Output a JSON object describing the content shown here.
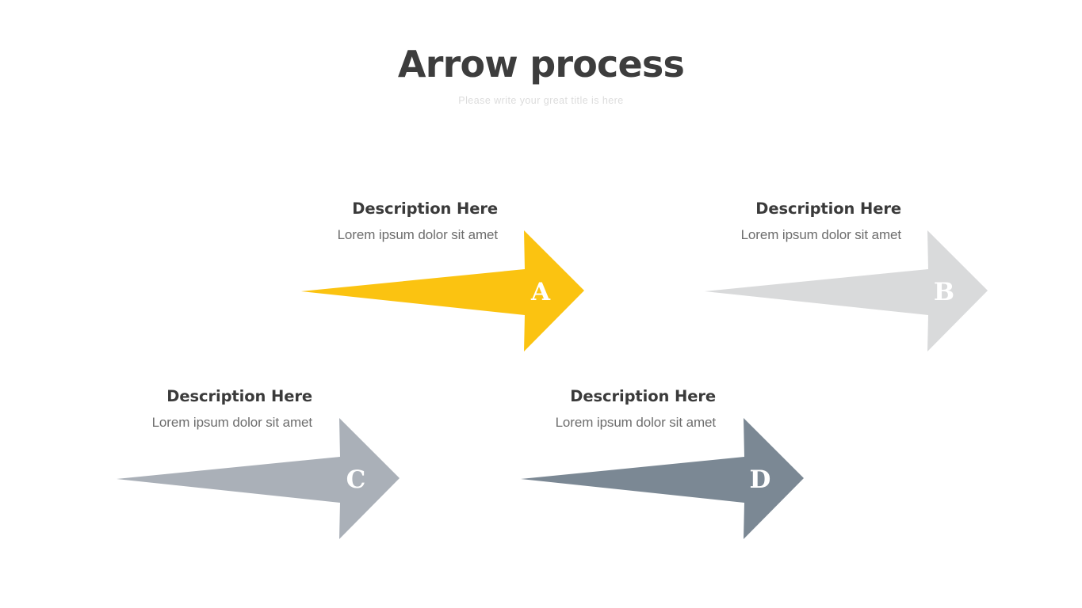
{
  "header": {
    "title": "Arrow process",
    "subtitle": "Please write your great title is here"
  },
  "palette": {
    "background": "#ffffff",
    "title_color": "#3d3d3d",
    "subtitle_color": "#dcdcdc",
    "caption_title_color": "#3a3a3a",
    "caption_text_color": "#6d6d6d",
    "letter_color": "#ffffff"
  },
  "arrows": [
    {
      "id": "arrow-a",
      "letter": "A",
      "color": "#fbc311",
      "caption_title": "Description Here",
      "caption_text": "Lorem ipsum dolor sit amet"
    },
    {
      "id": "arrow-b",
      "letter": "B",
      "color": "#d9dadb",
      "caption_title": "Description Here",
      "caption_text": "Lorem ipsum dolor sit amet"
    },
    {
      "id": "arrow-c",
      "letter": "C",
      "color": "#aab0b8",
      "caption_title": "Description Here",
      "caption_text": "Lorem ipsum dolor sit amet"
    },
    {
      "id": "arrow-d",
      "letter": "D",
      "color": "#7b8894",
      "caption_title": "Description Here",
      "caption_text": "Lorem ipsum dolor sit amet"
    }
  ]
}
